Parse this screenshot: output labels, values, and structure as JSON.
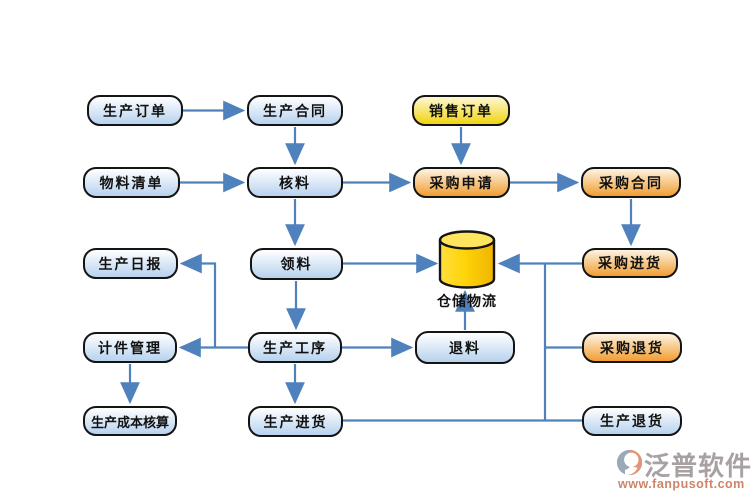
{
  "nodes": {
    "production_order": "生产订单",
    "production_contract": "生产合同",
    "sales_order": "销售订单",
    "bom": "物料清单",
    "material_check": "核料",
    "purchase_request": "采购申请",
    "purchase_contract": "采购合同",
    "production_daily": "生产日报",
    "material_requisition": "领料",
    "warehouse": "仓储物流",
    "purchase_receipt": "采购进货",
    "piecework": "计件管理",
    "production_process": "生产工序",
    "material_return": "退料",
    "purchase_return": "采购退货",
    "production_cost": "生产成本核算",
    "production_incoming": "生产进货",
    "production_return": "生产退货"
  },
  "logo": {
    "brand": "泛普软件",
    "url": "www.fanpusoft.com"
  },
  "colors": {
    "connector": "#4f81bd",
    "blue_box_top": "#ffffff",
    "blue_box_bottom": "#b7d2ee",
    "orange_box_top": "#fdf3e2",
    "orange_box_bottom": "#f19d31",
    "yellow_box_top": "#fdf8d4",
    "yellow_box_bottom": "#f0d411",
    "cylinder_body": "#ffd40a",
    "cylinder_top": "#ffe55e",
    "logo_brand": "#a8a1a1",
    "logo_url": "#cf8468"
  }
}
